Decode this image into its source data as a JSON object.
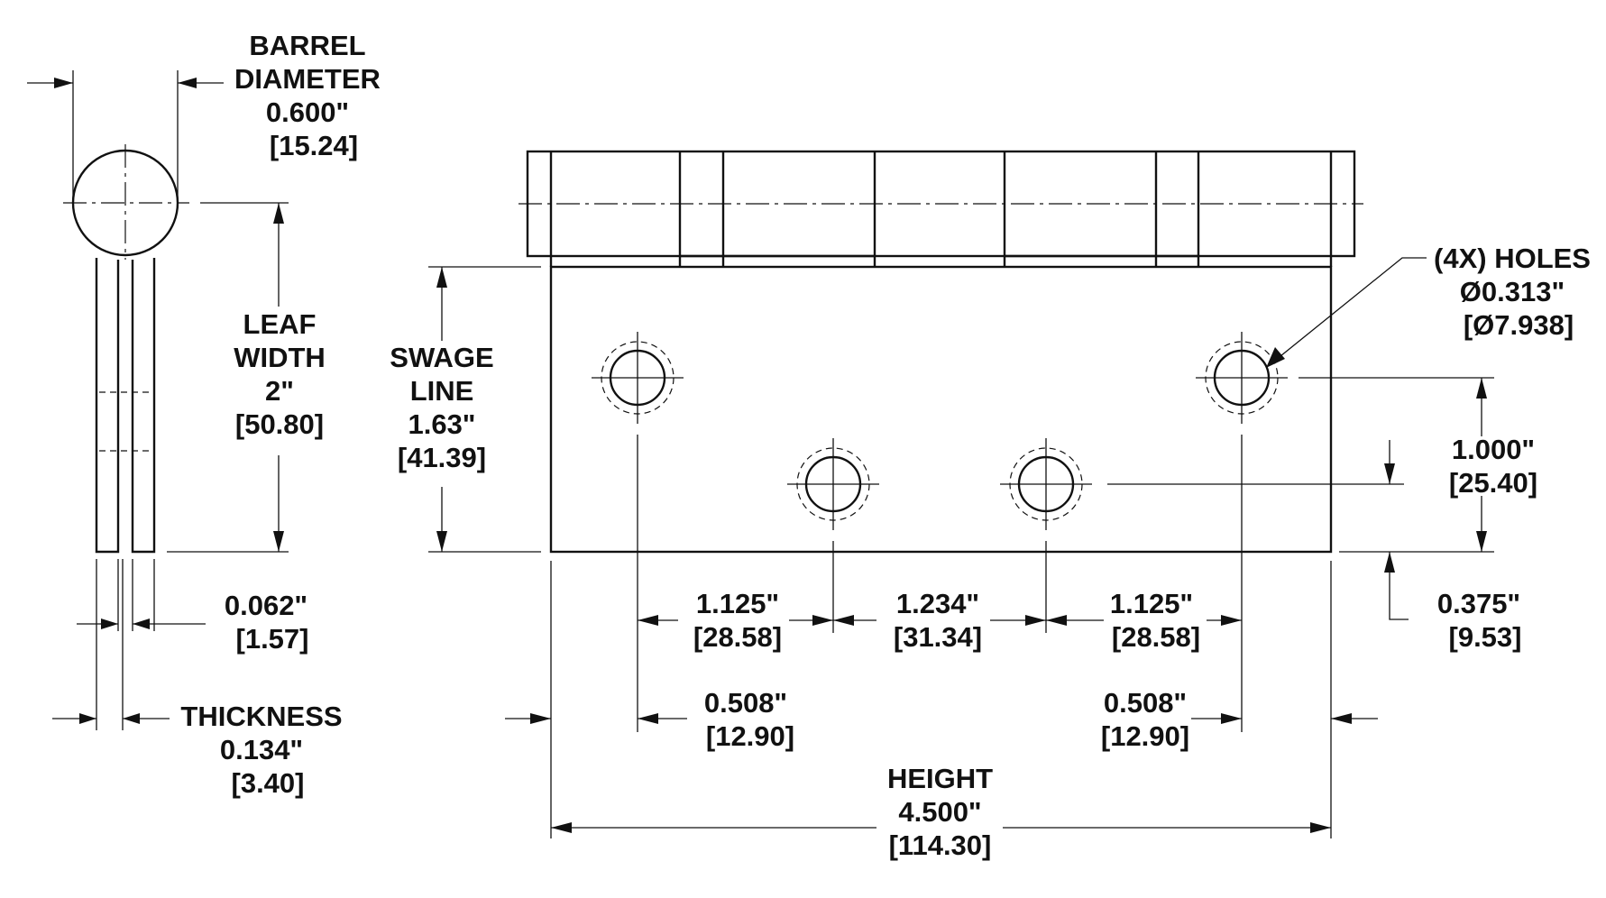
{
  "colors": {
    "ink": "#111111",
    "background": "#ffffff"
  },
  "dims": {
    "barrel_diameter": {
      "line1": "BARREL",
      "line2": "DIAMETER",
      "in": "0.600\"",
      "mm": "[15.24]"
    },
    "leaf_width": {
      "line1": "LEAF",
      "line2": "WIDTH",
      "in": "2\"",
      "mm": "[50.80]"
    },
    "leaf_thickness": {
      "in": "0.062\"",
      "mm": "[1.57]"
    },
    "thickness": {
      "line1": "THICKNESS",
      "in": "0.134\"",
      "mm": "[3.40]"
    },
    "swage_line": {
      "line1": "SWAGE",
      "line2": "LINE",
      "in": "1.63\"",
      "mm": "[41.39]"
    },
    "holes": {
      "line1": "(4X) HOLES",
      "dia_in": "Ø0.313\"",
      "dia_mm": "[Ø7.938]"
    },
    "hole_offset_top": {
      "in": "1.000\"",
      "mm": "[25.40]"
    },
    "hole_offset_bottom": {
      "in": "0.375\"",
      "mm": "[9.53]"
    },
    "spacing_left": {
      "in": "1.125\"",
      "mm": "[28.58]"
    },
    "spacing_middle": {
      "in": "1.234\"",
      "mm": "[31.34]"
    },
    "spacing_right": {
      "in": "1.125\"",
      "mm": "[28.58]"
    },
    "edge_left": {
      "in": "0.508\"",
      "mm": "[12.90]"
    },
    "edge_right": {
      "in": "0.508\"",
      "mm": "[12.90]"
    },
    "height": {
      "line1": "HEIGHT",
      "in": "4.500\"",
      "mm": "[114.30]"
    }
  }
}
